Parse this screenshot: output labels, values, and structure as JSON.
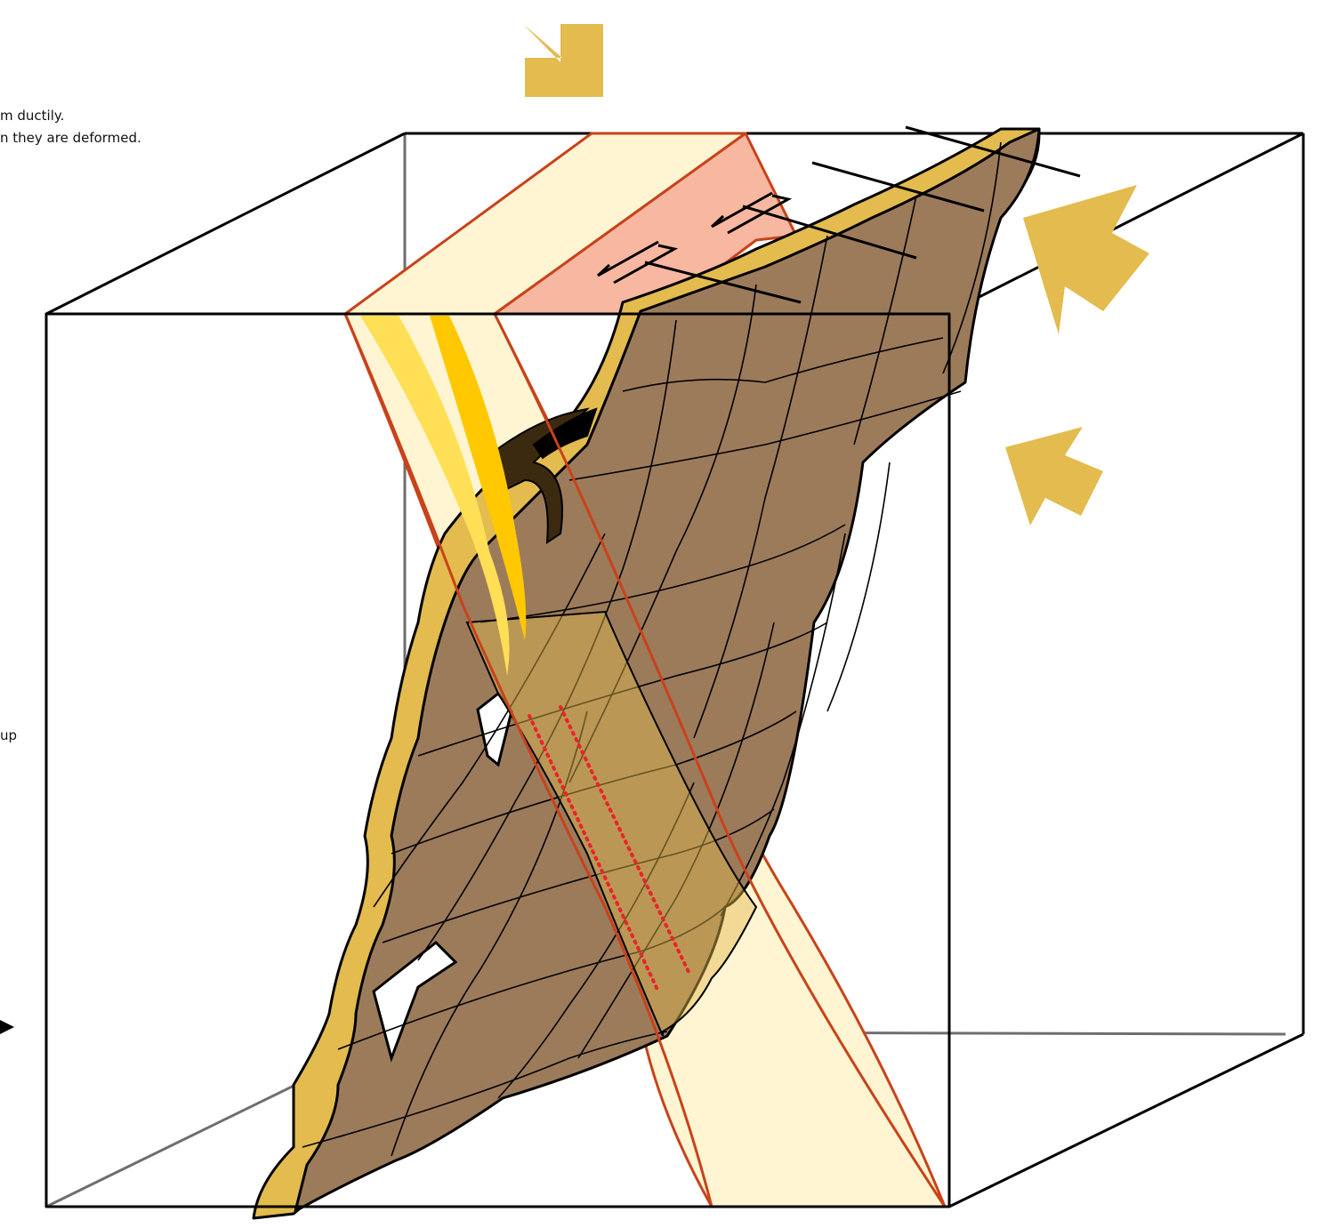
{
  "captions": {
    "line_1": "m ductily.",
    "line_2": "n they are deformed.",
    "line_3": "up"
  },
  "colors": {
    "background": "#ffffff",
    "box_edge": "#000000",
    "box_hidden_edge": "#6e6e6e",
    "rock_body": "#9c7b5b",
    "rock_margin": "#e3bb4e",
    "shear_zone_fill": "#fff5d2",
    "shear_zone_outline": "#c9421a",
    "shear_zone_top": "#f8b7a0",
    "compression_arrow": "#e3bb4e",
    "vein_light": "#ffdf55",
    "vein_dark": "#ffc800",
    "fold_dark": "#3b2a10",
    "dotted_lineation": "#e8242a"
  },
  "icons": {
    "compression_arrows": "arrow-icon",
    "shear_sense": "half-arrow-icon"
  }
}
